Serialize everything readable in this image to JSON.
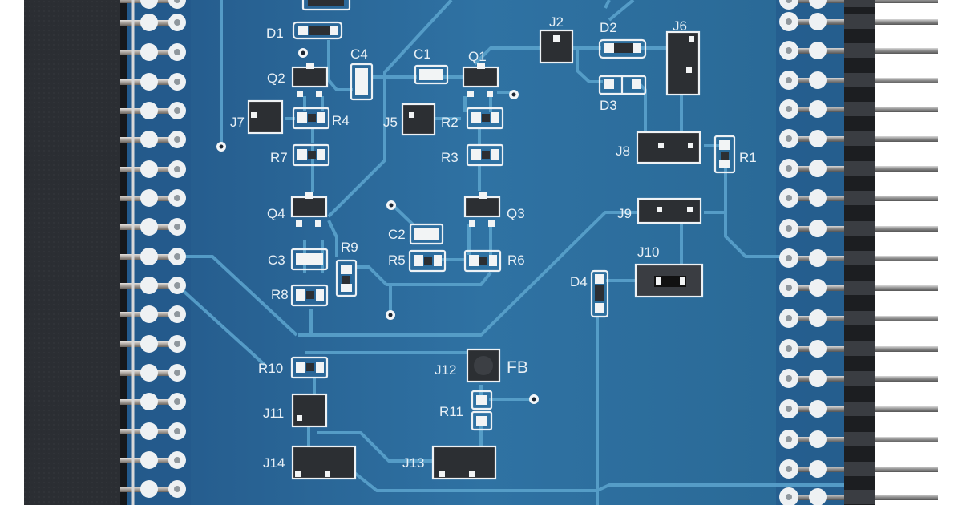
{
  "scene": {
    "subject": "Blue PCB breakout board with two rows of header pins",
    "colors": {
      "background": "#ffffff",
      "board": "#2f6f9f",
      "board_dark": "#255d88",
      "trace": "#5aa2cc",
      "silkscreen": "#e8f0f6",
      "pad": "#f2f4f5",
      "component_body": "#2c2f33",
      "header_plastic": "#2a2d31",
      "pin_metal": "#b9b3ad"
    }
  },
  "labels": {
    "D1": "D1",
    "Q2": "Q2",
    "C4": "C4",
    "C1": "C1",
    "Q1": "Q1",
    "J2": "J2",
    "D2": "D2",
    "J6": "J6",
    "D3": "D3",
    "J7": "J7",
    "R4": "R4",
    "J5": "J5",
    "R2": "R2",
    "R7": "R7",
    "R3": "R3",
    "J8": "J8",
    "R1": "R1",
    "Q4": "Q4",
    "Q3": "Q3",
    "J9": "J9",
    "C2": "C2",
    "C3": "C3",
    "R9": "R9",
    "R5": "R5",
    "R6": "R6",
    "J10": "J10",
    "D4": "D4",
    "R8": "R8",
    "R10": "R10",
    "J12": "J12",
    "FB": "FB",
    "J11": "J11",
    "R11": "R11",
    "J14": "J14",
    "J13": "J13"
  },
  "headers": {
    "left_pin_rows": 17,
    "right_pin_rows": 17
  }
}
